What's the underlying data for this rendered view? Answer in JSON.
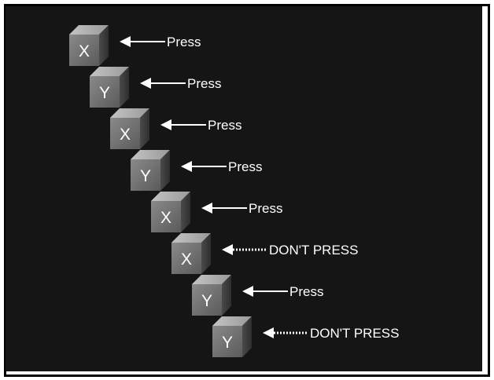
{
  "colors": {
    "background": "#151515",
    "cube_front": "#6e6e6e",
    "cube_top": "#b5b5b5",
    "cube_side": "#3e3e3e",
    "arrow": "#ffffff",
    "text": "#ffffff"
  },
  "sequence": [
    {
      "letter": "X",
      "instruction": "Press",
      "arrow_style": "solid"
    },
    {
      "letter": "Y",
      "instruction": "Press",
      "arrow_style": "solid"
    },
    {
      "letter": "X",
      "instruction": "Press",
      "arrow_style": "solid"
    },
    {
      "letter": "Y",
      "instruction": "Press",
      "arrow_style": "solid"
    },
    {
      "letter": "X",
      "instruction": "Press",
      "arrow_style": "solid"
    },
    {
      "letter": "X",
      "instruction": "DON'T PRESS",
      "arrow_style": "dotted"
    },
    {
      "letter": "Y",
      "instruction": "Press",
      "arrow_style": "solid"
    },
    {
      "letter": "Y",
      "instruction": "DON'T PRESS",
      "arrow_style": "dotted"
    }
  ]
}
